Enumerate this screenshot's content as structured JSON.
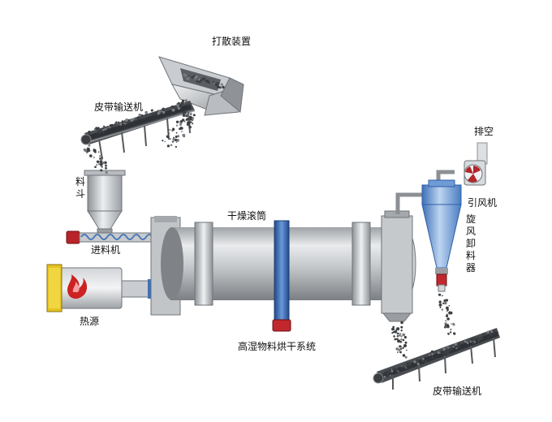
{
  "labels": {
    "scatter_device": "打散装置",
    "belt_conveyor_top": "皮带输送机",
    "hopper": "料斗",
    "feeder": "进料机",
    "heat_source": "热源",
    "drum": "干燥滚筒",
    "system_title": "高湿物料烘干系统",
    "exhaust": "排空",
    "fan": "引风机",
    "cyclone": "旋风卸料器",
    "belt_conveyor_bottom": "皮带输送机"
  },
  "colors": {
    "steel_light": "#e4e6e8",
    "steel_mid": "#b5b9bd",
    "steel_dark": "#6f7479",
    "blue_frame": "#2f5fa6",
    "red_motor": "#c0282d",
    "cyclone_blue": "#5a8fd0",
    "furnace_yellow": "#e5c21f",
    "flame_red": "#cc2222"
  },
  "icons": [
    "flame-icon",
    "fan-icon",
    "motor-icon"
  ]
}
